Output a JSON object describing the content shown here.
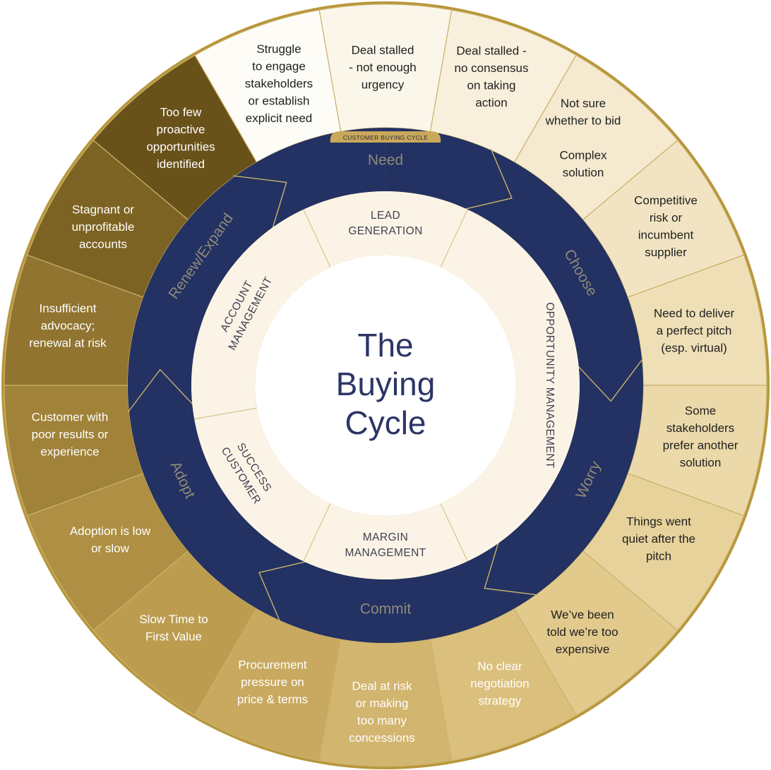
{
  "title": [
    "The",
    "Buying",
    "Cycle"
  ],
  "cycle_tag": "CUSTOMER BUYING CYCLE",
  "colors": {
    "navy": "#233163",
    "inner_ring": "#fbf4e6",
    "center": "#ffffff",
    "divider": "#c9b26a",
    "outer_border": "#b8963a"
  },
  "stages": [
    {
      "id": "need",
      "label": "Need"
    },
    {
      "id": "choose",
      "label": "Choose"
    },
    {
      "id": "worry",
      "label": "Worry"
    },
    {
      "id": "commit",
      "label": "Commit"
    },
    {
      "id": "adopt",
      "label": "Adopt"
    },
    {
      "id": "renew",
      "label": "Renew/Expand"
    }
  ],
  "functions": [
    {
      "id": "lead",
      "lines": [
        "LEAD",
        "GENERATION"
      ]
    },
    {
      "id": "opportunity",
      "lines": [
        "OPPORTUNITY MANAGEMENT"
      ]
    },
    {
      "id": "margin",
      "lines": [
        "MARGIN",
        "MANAGEMENT"
      ]
    },
    {
      "id": "customer",
      "lines": [
        "CUSTOMER",
        "SUCCESS"
      ]
    },
    {
      "id": "account",
      "lines": [
        "ACCOUNT",
        "MANAGEMENT"
      ]
    }
  ],
  "segments": [
    {
      "lines": [
        "Struggle",
        "to engage",
        "stakeholders",
        "or establish",
        "explicit need"
      ],
      "fill": "#fefcf7",
      "text_color": "#1f1f1f"
    },
    {
      "lines": [
        "Deal stalled",
        "- not enough",
        "urgency"
      ],
      "fill": "#fbf6ea",
      "text_color": "#1f1f1f"
    },
    {
      "lines": [
        "Deal stalled -",
        "no consensus",
        "on taking",
        "action"
      ],
      "fill": "#f8f0dc",
      "text_color": "#1f1f1f"
    },
    {
      "lines": [
        "Not sure",
        "whether to bid",
        "",
        "Complex",
        "solution"
      ],
      "fill": "#f5ead0",
      "text_color": "#1f1f1f"
    },
    {
      "lines": [
        "Competitive",
        "risk or",
        "incumbent",
        "supplier"
      ],
      "fill": "#f2e4c3",
      "text_color": "#1f1f1f"
    },
    {
      "lines": [
        "Need to deliver",
        "a perfect pitch",
        "(esp. virtual)"
      ],
      "fill": "#efdfb7",
      "text_color": "#1f1f1f"
    },
    {
      "lines": [
        "Some",
        "stakeholders",
        "prefer another",
        "solution"
      ],
      "fill": "#ebd9aa",
      "text_color": "#1f1f1f"
    },
    {
      "lines": [
        "Things went",
        "quiet after the",
        "pitch"
      ],
      "fill": "#e7d29c",
      "text_color": "#1f1f1f"
    },
    {
      "lines": [
        "We’ve been",
        "told we’re too",
        "expensive"
      ],
      "fill": "#e2ca8d",
      "text_color": "#1f1f1f"
    },
    {
      "lines": [
        "No clear",
        "negotiation",
        "strategy"
      ],
      "fill": "#dbc07d",
      "text_color": "#ffffff"
    },
    {
      "lines": [
        "Deal at risk",
        "or making",
        "too many",
        "concessions"
      ],
      "fill": "#d2b56e",
      "text_color": "#ffffff"
    },
    {
      "lines": [
        "Procurement",
        "pressure on",
        "price & terms"
      ],
      "fill": "#c8a95f",
      "text_color": "#ffffff"
    },
    {
      "lines": [
        "Slow Time to",
        "First Value"
      ],
      "fill": "#bc9d50",
      "text_color": "#ffffff"
    },
    {
      "lines": [
        "Adoption is low",
        "or slow"
      ],
      "fill": "#ae8f43",
      "text_color": "#ffffff"
    },
    {
      "lines": [
        "Customer with",
        "poor results or",
        "experience"
      ],
      "fill": "#a08239",
      "text_color": "#ffffff"
    },
    {
      "lines": [
        "Insufficient",
        "advocacy;",
        "renewal at risk"
      ],
      "fill": "#917430",
      "text_color": "#ffffff"
    },
    {
      "lines": [
        "Stagnant or",
        "unprofitable",
        "accounts"
      ],
      "fill": "#7d6323",
      "text_color": "#ffffff"
    },
    {
      "lines": [
        "Too few",
        "proactive",
        "opportunities",
        "identified"
      ],
      "fill": "#69511a",
      "text_color": "#ffffff"
    }
  ]
}
